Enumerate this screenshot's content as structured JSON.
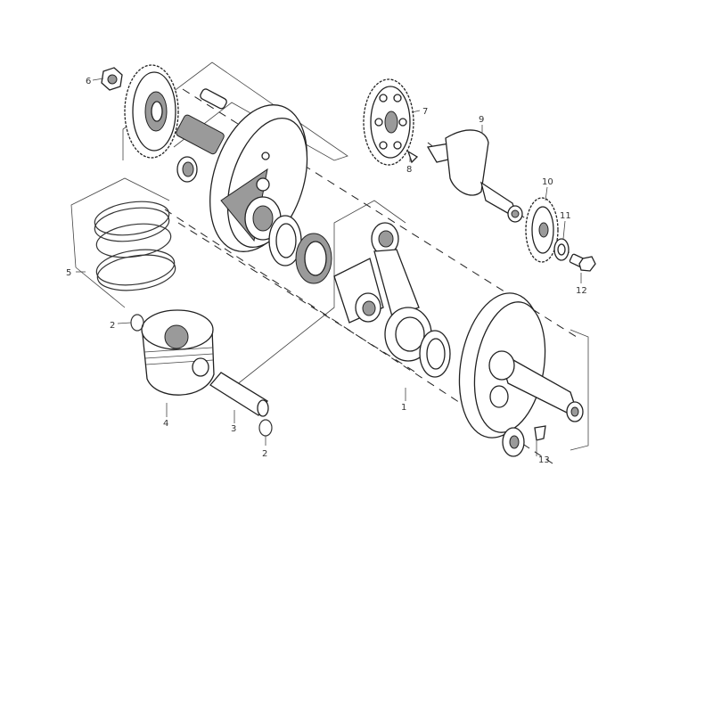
{
  "callouts": {
    "c1": "1",
    "c2a": "2",
    "c2b": "2",
    "c3": "3",
    "c4": "4",
    "c5": "5",
    "c6": "6",
    "c7": "7",
    "c8": "8",
    "c9": "9",
    "c10": "10",
    "c11": "11",
    "c12": "12",
    "c13": "13"
  },
  "colors": {
    "line": "#222222",
    "shade": "#9a9a9a",
    "background": "#ffffff"
  }
}
